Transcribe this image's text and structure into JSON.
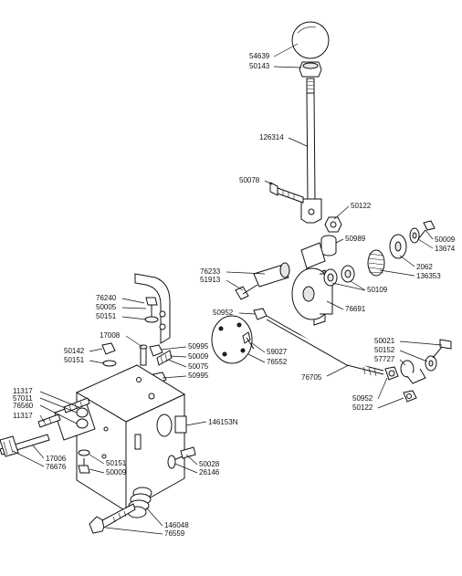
{
  "diagram": {
    "labels": [
      "54639",
      "50143",
      "126314",
      "50078",
      "50122",
      "50989",
      "50009",
      "13674",
      "2062",
      "136353",
      "76233",
      "51913",
      "50109",
      "76691",
      "76240",
      "50005",
      "50151",
      "50952",
      "59027",
      "76552",
      "17008",
      "50995",
      "50009",
      "50075",
      "50995",
      "50142",
      "50151",
      "50021",
      "50152",
      "57727",
      "76705",
      "50952",
      "50122",
      "11317",
      "57011",
      "76560",
      "11317",
      "146153N",
      "17006",
      "76676",
      "50151",
      "50009",
      "50028",
      "26146",
      "146048",
      "76559"
    ]
  }
}
